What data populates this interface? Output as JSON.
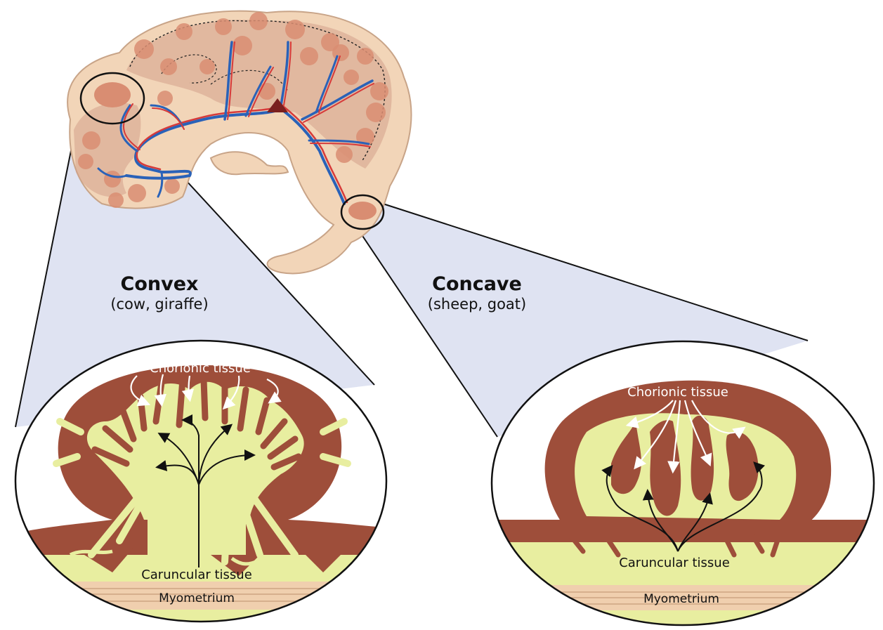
{
  "colors": {
    "chorion": "#9e4e3a",
    "caruncle": "#e8eea0",
    "uterus": "#f2d5b8",
    "cotyledon": "#d98d72",
    "artery": "#d63a3a",
    "vein": "#2a62b8",
    "funnel": "#dfe3f2",
    "outline": "#111111",
    "myometrium": "#f0cfae"
  },
  "convex": {
    "title": "Convex",
    "examples": "(cow, giraffe)",
    "chorionic_label": "Chorionic tissue",
    "caruncular_label": "Caruncular tissue",
    "myometrium_label": "Myometrium"
  },
  "concave": {
    "title": "Concave",
    "examples": "(sheep, goat)",
    "chorionic_label": "Chorionic tissue",
    "caruncular_label": "Caruncular tissue",
    "myometrium_label": "Myometrium"
  }
}
